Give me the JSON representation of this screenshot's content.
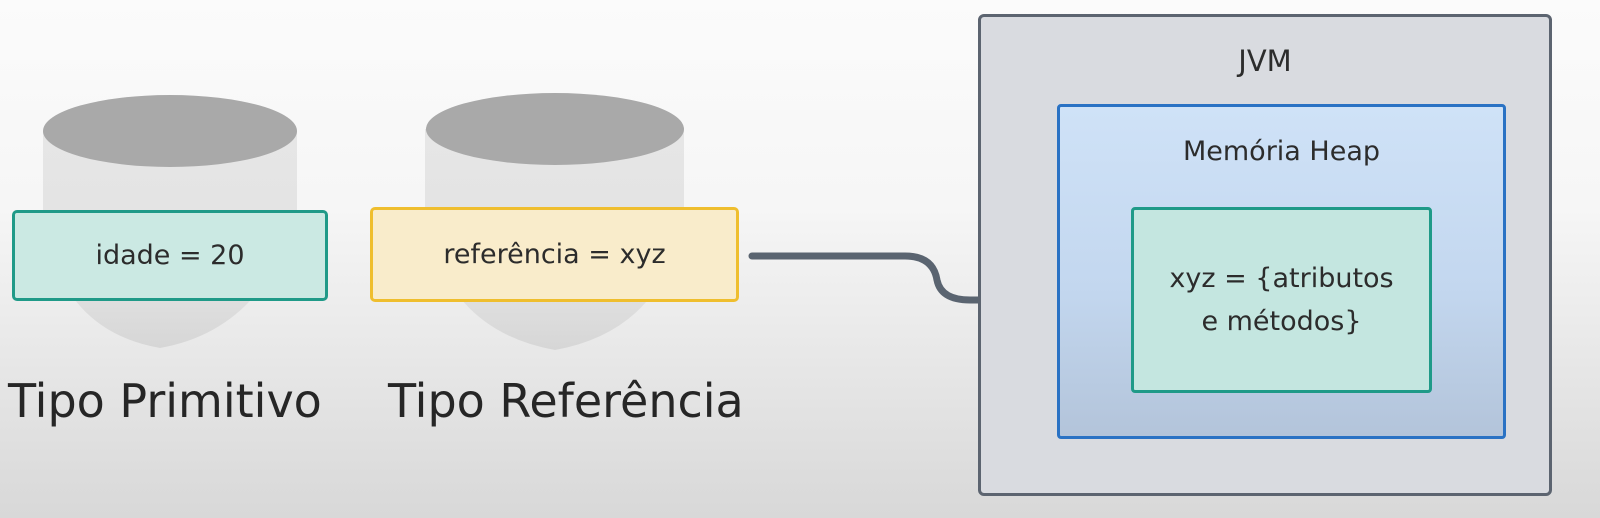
{
  "primitive": {
    "value_label": "idade = 20",
    "caption": "Tipo Primitivo"
  },
  "reference": {
    "value_label": "referência = xyz",
    "caption": "Tipo Referência"
  },
  "jvm": {
    "title": "JVM",
    "heap": {
      "title": "Memória Heap",
      "object_line_1": "xyz = {atributos",
      "object_line_2": "e métodos}"
    }
  },
  "colors": {
    "primitive_border": "#1f9a88",
    "primitive_fill": "#cbe9e3",
    "reference_border": "#efbe2e",
    "reference_fill": "#f9eccb",
    "jvm_border": "#5c6470",
    "heap_border": "#2a72c4",
    "arrow": "#5a6470",
    "cylinder_top": "#a9a9a9",
    "cylinder_body": "#e4e4e4"
  }
}
